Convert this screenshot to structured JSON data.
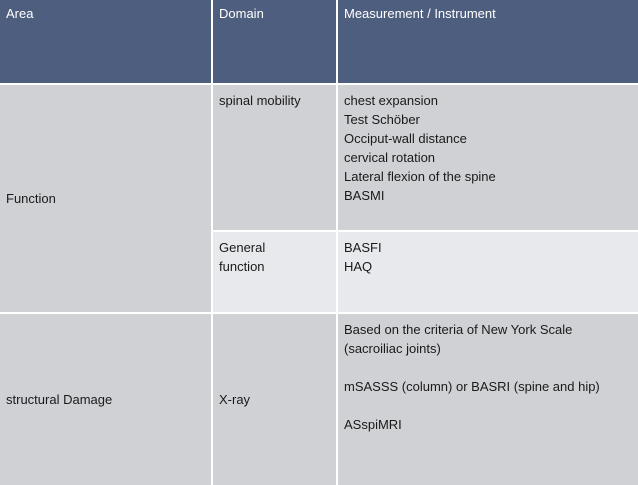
{
  "table": {
    "headers": [
      "Area",
      "Domain",
      "Measurement / Instrument"
    ],
    "function": {
      "area": "Function",
      "rows": [
        {
          "domain": "spinal mobility",
          "measurements": [
            "chest expansion",
            "Test Schöber",
            "Occiput-wall distance",
            "cervical rotation",
            "Lateral flexion of the spine",
            "BASMI"
          ]
        },
        {
          "domain_lines": [
            "General",
            "function"
          ],
          "measurements": [
            "BASFI",
            "HAQ"
          ]
        }
      ]
    },
    "structural": {
      "area": "structural Damage",
      "domain": "X-ray",
      "measurements": [
        "Based on the criteria of New York Scale",
        "(sacroiliac joints)",
        "mSASSS (column) or BASRI (spine and hip)",
        "ASspiMRI"
      ]
    }
  }
}
